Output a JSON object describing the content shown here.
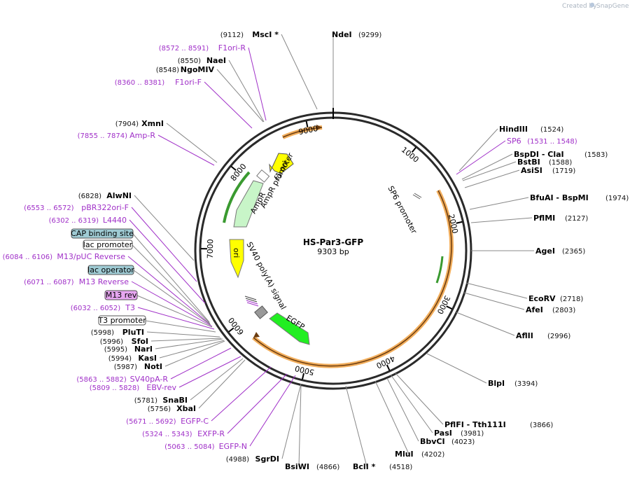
{
  "header": {
    "credit_text": "Created by",
    "brand": "SnapGene"
  },
  "plasmid": {
    "name": "HS-Par3-GFP",
    "size_label": "9303 bp",
    "length": 9303
  },
  "ticks": [
    {
      "label": "1000",
      "pos": 1000
    },
    {
      "label": "2000",
      "pos": 2000
    },
    {
      "label": "3000",
      "pos": 3000
    },
    {
      "label": "4000",
      "pos": 4000
    },
    {
      "label": "5000",
      "pos": 5000
    },
    {
      "label": "6000",
      "pos": 6000
    },
    {
      "label": "7000",
      "pos": 7000
    },
    {
      "label": "8000",
      "pos": 8000
    },
    {
      "label": "9000",
      "pos": 9000
    }
  ],
  "feature_labels": [
    {
      "id": "f1ori",
      "text": "f1 ori"
    },
    {
      "id": "ampr_promoter",
      "text": "AmpR promoter"
    },
    {
      "id": "ampr",
      "text": "AmpR"
    },
    {
      "id": "sp6_promoter",
      "text": "SP6 promoter"
    },
    {
      "id": "ori",
      "text": "ori"
    },
    {
      "id": "sv40_polya",
      "text": "SV40 poly(A) signal"
    },
    {
      "id": "egfp",
      "text": "EGFP"
    }
  ],
  "right_sites": [
    {
      "name": "HindIII",
      "pos": "(1524)"
    },
    {
      "name": "SP6",
      "pos": "(1531 .. 1548)",
      "primer": true
    },
    {
      "name": "BspDI  - ClaI",
      "pos": "(1583)"
    },
    {
      "name": "BstBI",
      "pos": "(1588)"
    },
    {
      "name": "AsiSI",
      "pos": "(1719)"
    },
    {
      "name": "BfuAI  - BspMI",
      "pos": "(1974)"
    },
    {
      "name": "PflMI",
      "pos": "(2127)"
    },
    {
      "name": "AgeI",
      "pos": "(2365)"
    },
    {
      "name": "EcoRV",
      "pos": "(2718)"
    },
    {
      "name": "AfeI",
      "pos": "(2803)"
    },
    {
      "name": "AflII",
      "pos": "(2996)"
    },
    {
      "name": "BlpI",
      "pos": "(3394)"
    },
    {
      "name": "PflFI  - Tth111I",
      "pos": "(3866)"
    },
    {
      "name": "PasI",
      "pos": "(3981)"
    },
    {
      "name": "BbvCI",
      "pos": "(4023)"
    },
    {
      "name": "MluI",
      "pos": "(4202)"
    },
    {
      "name": "BclI *",
      "pos": "(4518)"
    },
    {
      "name": "BsiWI",
      "pos": "(4866)"
    }
  ],
  "left_sites": [
    {
      "name": "MscI *",
      "pos": "(9112)"
    },
    {
      "name": "NdeI",
      "pos": "(9299)"
    },
    {
      "name": "F1ori-R",
      "pos": "(8572 .. 8591)",
      "primer": true
    },
    {
      "name": "NaeI",
      "pos": "(8550)"
    },
    {
      "name": "NgoMIV",
      "pos": "(8548)"
    },
    {
      "name": "F1ori-F",
      "pos": "(8360 .. 8381)",
      "primer": true
    },
    {
      "name": "XmnI",
      "pos": "(7904)"
    },
    {
      "name": "Amp-R",
      "pos": "(7855 .. 7874)",
      "primer": true
    },
    {
      "name": "AlwNI",
      "pos": "(6828)"
    },
    {
      "name": "pBR322ori-F",
      "pos": "(6553 .. 6572)",
      "primer": true
    },
    {
      "name": "L4440",
      "pos": "(6302 .. 6319)",
      "primer": true
    },
    {
      "name": "M13/pUC Reverse",
      "pos": "(6084 .. 6106)",
      "primer": true
    },
    {
      "name": "M13 Reverse",
      "pos": "(6071 .. 6087)",
      "primer": true
    },
    {
      "name": "T3",
      "pos": "(6032 .. 6052)",
      "primer": true
    },
    {
      "name": "PluTI",
      "pos": "(5998)"
    },
    {
      "name": "SfoI",
      "pos": "(5996)"
    },
    {
      "name": "NarI",
      "pos": "(5995)"
    },
    {
      "name": "KasI",
      "pos": "(5994)"
    },
    {
      "name": "NotI",
      "pos": "(5987)"
    },
    {
      "name": "SV40pA-R",
      "pos": "(5863 .. 5882)",
      "primer": true
    },
    {
      "name": "EBV-rev",
      "pos": "(5809 .. 5828)",
      "primer": true
    },
    {
      "name": "SnaBI",
      "pos": "(5781)"
    },
    {
      "name": "XbaI",
      "pos": "(5756)"
    },
    {
      "name": "EGFP-C",
      "pos": "(5671 .. 5692)",
      "primer": true
    },
    {
      "name": "EXFP-R",
      "pos": "(5324 .. 5343)",
      "primer": true
    },
    {
      "name": "EGFP-N",
      "pos": "(5063 .. 5084)",
      "primer": true
    },
    {
      "name": "SgrDI",
      "pos": "(4988)"
    }
  ],
  "boxed_labels": [
    {
      "text": "CAP binding site",
      "fill": "#9fcbd4"
    },
    {
      "text": "lac promoter",
      "fill": "#ffffff"
    },
    {
      "text": "lac operator",
      "fill": "#9fcbd4"
    },
    {
      "text": "M13 rev",
      "fill": "#e6a6f0"
    },
    {
      "text": "T3 promoter",
      "fill": "#ffffff"
    }
  ],
  "colors": {
    "backbone": "#2a2a2a",
    "primer": "#a030c8",
    "orange_region": "#f0a040",
    "ampr": "#c8f5c8",
    "yellow": "#ffff00",
    "egfp": "#22ee22"
  }
}
